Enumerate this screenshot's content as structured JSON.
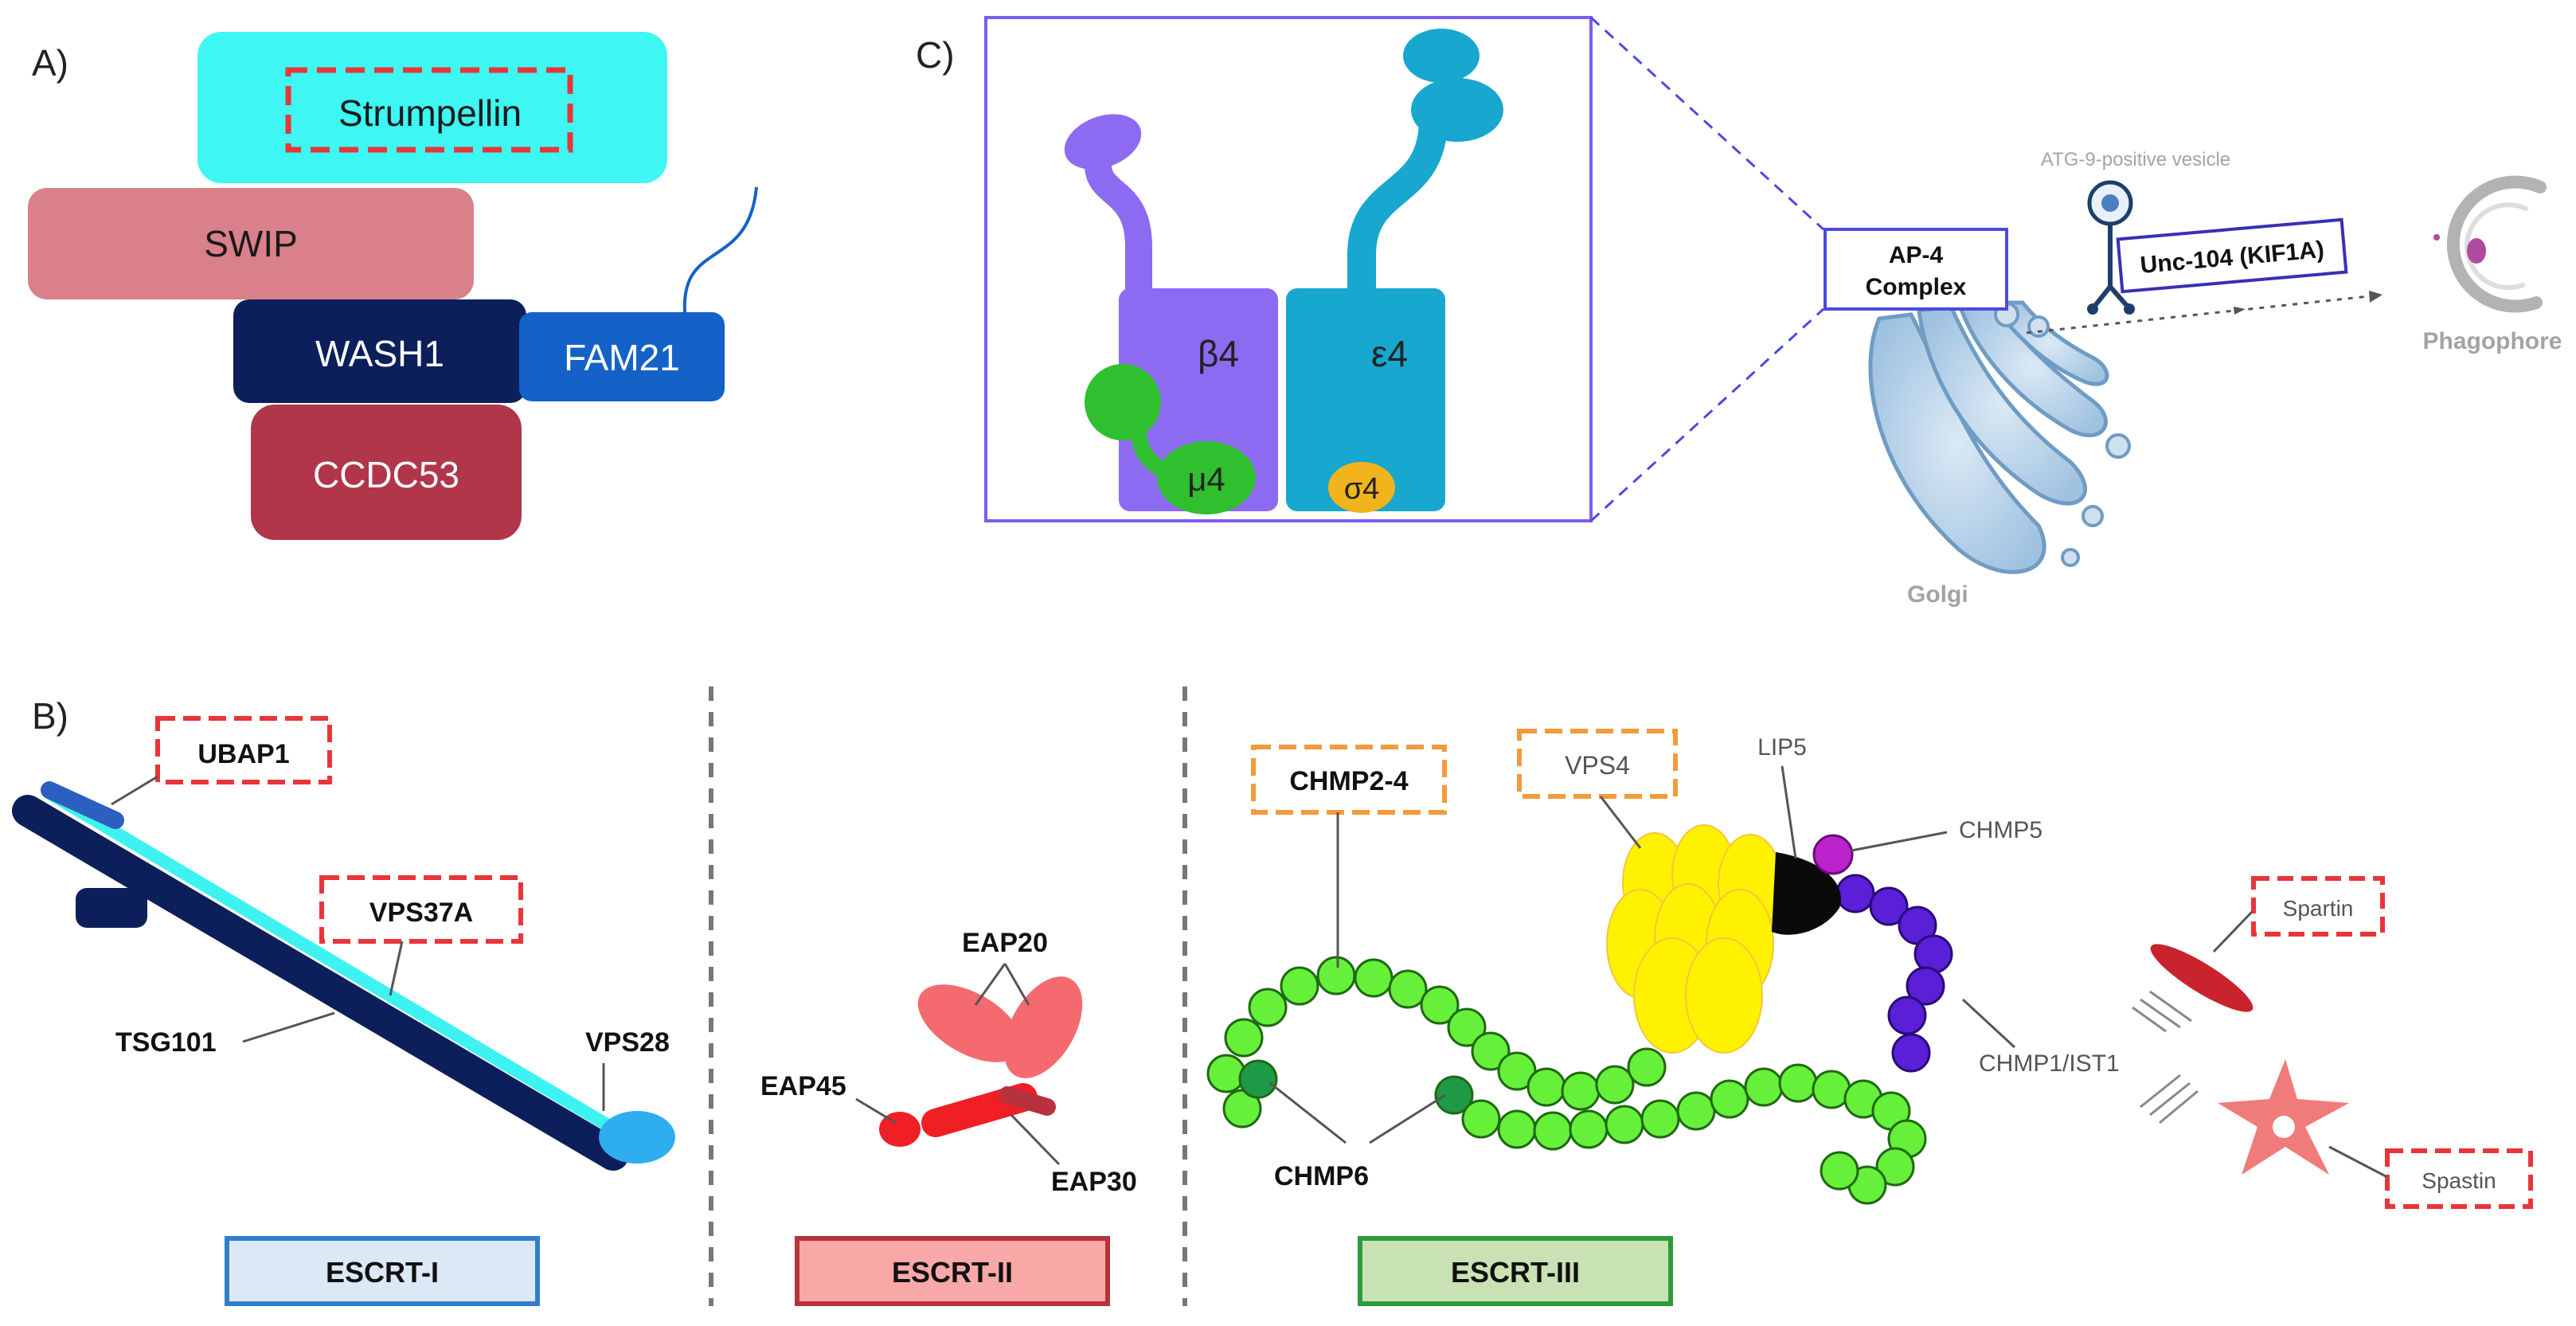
{
  "panel_a": {
    "letter": "A)",
    "strumpellin": "Strumpellin",
    "swip": "SWIP",
    "wash1": "WASH1",
    "fam21": "FAM21",
    "ccdc53": "CCDC53"
  },
  "panel_b": {
    "letter": "B)",
    "escrt1": {
      "ubap1": "UBAP1",
      "vps37a": "VPS37A",
      "tsg101": "TSG101",
      "vps28": "VPS28",
      "title": "ESCRT-I"
    },
    "escrt2": {
      "eap20": "EAP20",
      "eap45": "EAP45",
      "eap30": "EAP30",
      "title": "ESCRT-II"
    },
    "escrt3": {
      "chmp24": "CHMP2-4",
      "vps4": "VPS4",
      "lip5": "LIP5",
      "chmp5": "CHMP5",
      "chmp1": "CHMP1/IST1",
      "chmp6": "CHMP6",
      "spartin": "Spartin",
      "spastin": "Spastin",
      "title": "ESCRT-III"
    }
  },
  "panel_c": {
    "letter": "C)",
    "beta4": "β4",
    "epsilon4": "ε4",
    "mu4": "μ4",
    "sigma4": "σ4",
    "ap4_line1": "AP-4",
    "ap4_line2": "Complex",
    "atg9": "ATG-9-positive vesicle",
    "unc104": "Unc-104 (KIF1A)",
    "phagophore": "Phagophore",
    "golgi": "Golgi"
  },
  "colors": {
    "strumpellin": "#3ef6f2",
    "swip": "#d9808a",
    "wash1": "#0c1f5a",
    "fam21": "#1462c8",
    "ccdc53": "#b1364a",
    "beta4": "#8c6af2",
    "epsilon4": "#17a7cf",
    "mu4": "#2fbf2f",
    "sigma4": "#f2b41c",
    "red_dash": "#e8353a",
    "orange_dash": "#f39a3c",
    "escrt1_fill": "#dce8f6",
    "escrt1_border": "#2f80c8",
    "escrt2_fill": "#f9a8a8",
    "escrt2_border": "#b7323d",
    "escrt3_fill": "#c9e2b3",
    "escrt3_border": "#2d9a3c",
    "chain_green": "#66f03a",
    "chain_dark_green": "#1e9a46",
    "chain_purple": "#5a1fd6",
    "vps4_yellow": "#fff200"
  }
}
